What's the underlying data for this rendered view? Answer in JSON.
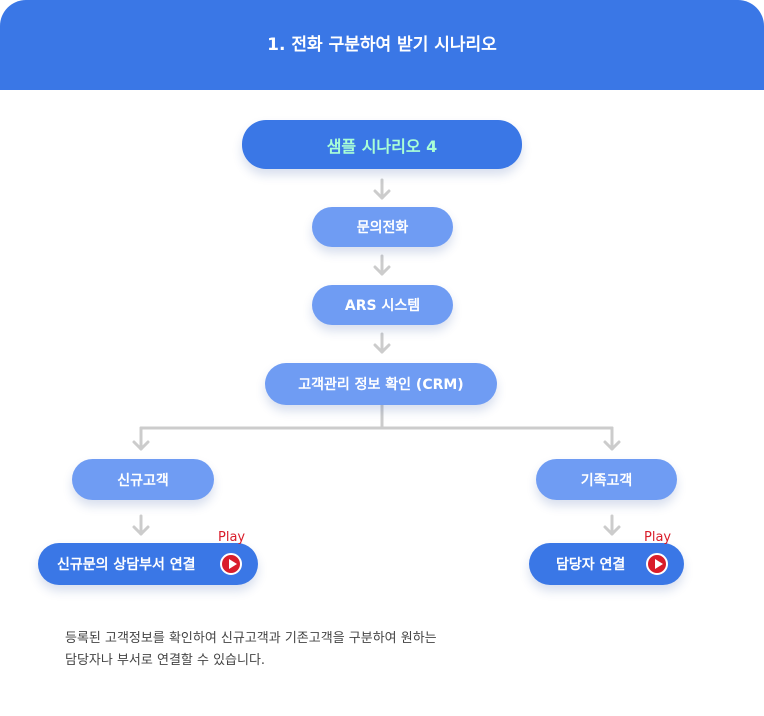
{
  "header": {
    "title": "1. 전화 구분하여 받기 시나리오"
  },
  "diagram": {
    "start": "샘플 시나리오 4",
    "step1": "문의전화",
    "step2": "ARS 시스템",
    "step3": "고객관리 정보 확인 (CRM)",
    "branch_left": "신규고객",
    "branch_right": "기족고객",
    "action_left": "신규문의 상담부서 연결",
    "action_right": "담당자 연결",
    "play_label": "Play"
  },
  "description": {
    "line1": "등록된 고객정보를 확인하여 신규고객과 기존고객을 구분하여 원하는",
    "line2": "담당자나 부서로 연결할 수 있습니다."
  },
  "colors": {
    "header": "#3a77e6",
    "node_dark": "#3a77e6",
    "node_light": "#6f9cf3",
    "play": "#d91d2a",
    "connector": "#cccccc"
  }
}
